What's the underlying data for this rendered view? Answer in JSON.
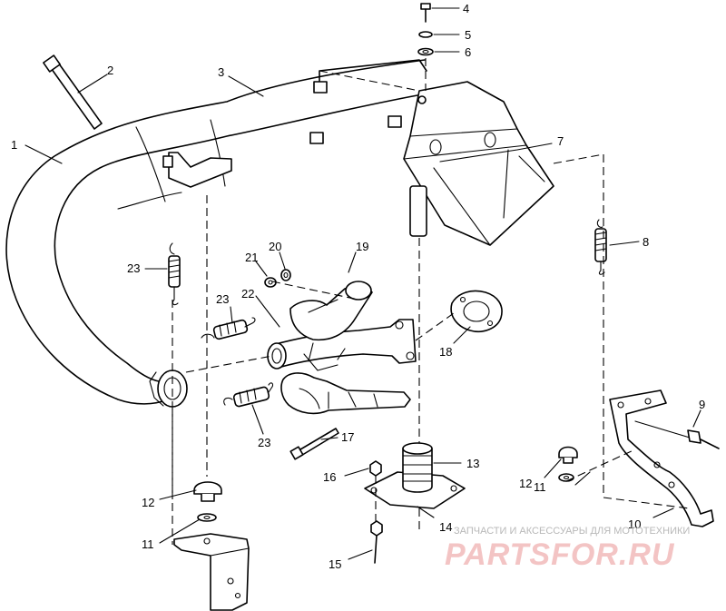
{
  "diagram": {
    "callouts": {
      "c1": "1",
      "c2": "2",
      "c3": "3",
      "c4": "4",
      "c5": "5",
      "c6": "6",
      "c7": "7",
      "c8": "8",
      "c9": "9",
      "c10": "10",
      "c11a": "11",
      "c11b": "11",
      "c12a": "12",
      "c12b": "12",
      "c13": "13",
      "c14": "14",
      "c15": "15",
      "c16": "16",
      "c17": "17",
      "c18": "18",
      "c19": "19",
      "c20": "20",
      "c21": "21",
      "c22": "22",
      "c23a": "23",
      "c23b": "23",
      "c23c": "23"
    }
  },
  "watermark": {
    "tagline": "ЗАПЧАСТИ И АКСЕССУАРЫ ДЛЯ МОТОТЕХНИКИ",
    "brand": "PARTSFOR.RU"
  },
  "colors": {
    "line": "#000000",
    "watermark_brand": "#f3c4c4",
    "watermark_tagline": "#b8b8b8"
  }
}
